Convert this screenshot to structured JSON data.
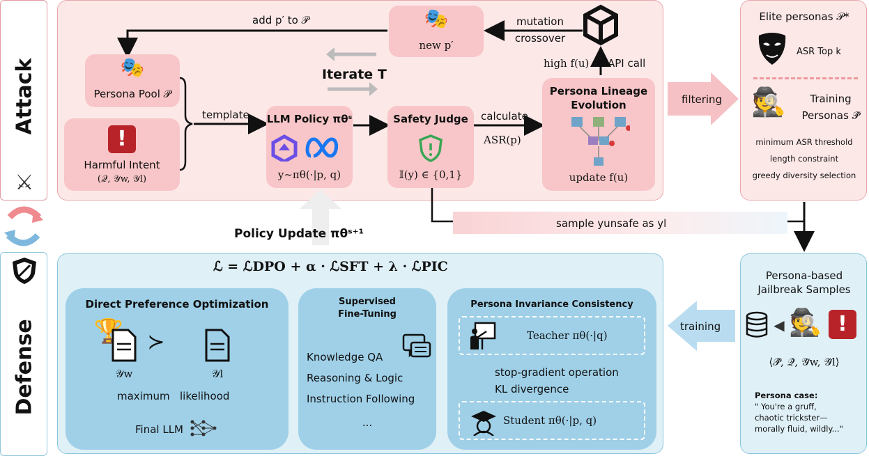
{
  "side": {
    "attack": "Attack",
    "defense": "Defense"
  },
  "attack": {
    "add_to_pool": "add p′ to 𝒫",
    "mutation": "mutation",
    "crossover": "crossover",
    "new_p": "new p′",
    "high_fu": "high f(u)",
    "api_call": "API call",
    "iterate": "Iterate T",
    "persona_pool": "Persona Pool 𝒫",
    "template": "template",
    "harmful_intent": "Harmful Intent",
    "harmful_tuple": "(𝒬, 𝒴w, 𝒴l)",
    "llm_policy": "LLM Policy πθˢ",
    "policy_formula": "y∼πθ(·|p, q)",
    "safety_judge": "Safety Judge",
    "judge_formula": "𝕀(y) ∈ {0,1}",
    "calculate": "calculate",
    "asr": "ASR(p)",
    "lineage_title_1": "Persona Lineage",
    "lineage_title_2": "Evolution",
    "update_fu": "update f(u)",
    "filtering": "filtering"
  },
  "elite": {
    "title": "Elite personas 𝒫*",
    "asr_topk": "ASR Top k",
    "training_1": "Training",
    "training_2": "Personas 𝒫̂",
    "c1": "minimum ASR threshold",
    "c2": "length constraint",
    "c3": "greedy diversity selection"
  },
  "middle": {
    "sample": "sample yunsafe as yl",
    "policy_update": "Policy Update πθˢ⁺¹"
  },
  "defense": {
    "loss": "ℒ = ℒDPO + α · ℒSFT + λ · ℒPIC",
    "dpo_title": "Direct Preference Optimization",
    "yw": "𝒴w",
    "yl": "𝒴l",
    "succ": "≻",
    "maximum": "maximum",
    "likelihood": "likelihood",
    "final_llm": "Final LLM",
    "sft_title_1": "Supervised",
    "sft_title_2": "Fine-Tuning",
    "sft_items": [
      "Knowledge QA",
      "Reasoning & Logic",
      "Instruction Following",
      "..."
    ],
    "pic_title": "Persona Invariance Consistency",
    "teacher": "Teacher πθ(·|q)",
    "stopgrad": "stop-gradient operation",
    "kl": "KL divergence",
    "student": "Student πθ(·|p, q)",
    "training": "training"
  },
  "samples": {
    "title_1": "Persona-based",
    "title_2": "Jailbreak Samples",
    "tuple": "⟨𝒫̂, 𝒬̂, 𝒴̂w, 𝒴̂l⟩",
    "case_label": "Persona case:",
    "case_1": "\" You're a gruff,",
    "case_2": "chaotic trickster—",
    "case_3": "morally fluid, wildly...\""
  },
  "colors": {
    "pink": "#f8c6c8",
    "pink_bg": "#fde8e8",
    "blue": "#9fd0e8",
    "blue_bg": "#dff0f7",
    "red": "#c0282d",
    "green": "#3aa655"
  }
}
